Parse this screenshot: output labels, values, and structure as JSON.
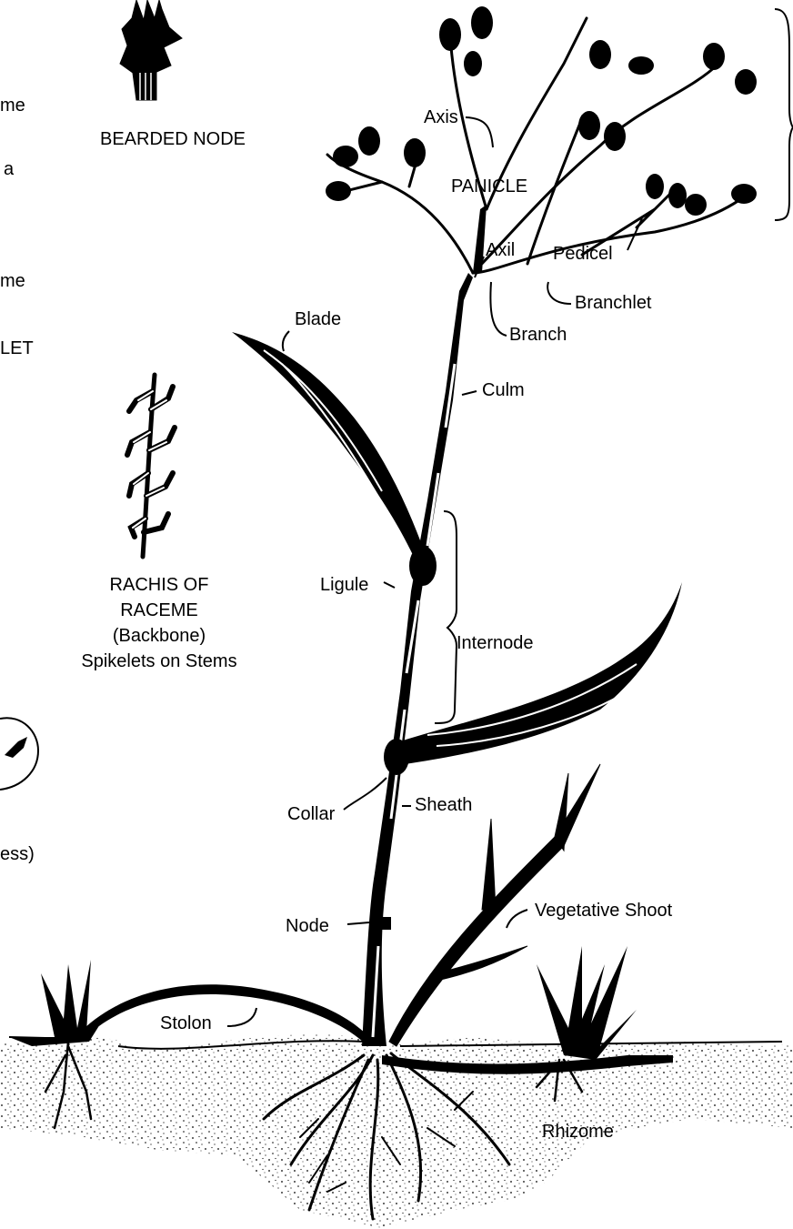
{
  "left_edge_fragments": [
    "me",
    "a",
    "me",
    "LET",
    "ess)"
  ],
  "captions": {
    "bearded_node": "BEARDED NODE",
    "panicle": "PANICLE",
    "rachis": [
      "RACHIS OF",
      "RACEME",
      "(Backbone)",
      "Spikelets on Stems"
    ]
  },
  "labels": {
    "axis": "Axis",
    "axil": "Axil",
    "pedicel": "Pedicel",
    "branchlet": "Branchlet",
    "branch": "Branch",
    "blade": "Blade",
    "culm": "Culm",
    "ligule": "Ligule",
    "internode": "Internode",
    "collar": "Collar",
    "sheath": "Sheath",
    "node": "Node",
    "vegetative_shoot": "Vegetative Shoot",
    "stolon": "Stolon",
    "rhizome": "Rhizome"
  },
  "colors": {
    "ink": "#000000",
    "paper": "#ffffff"
  }
}
